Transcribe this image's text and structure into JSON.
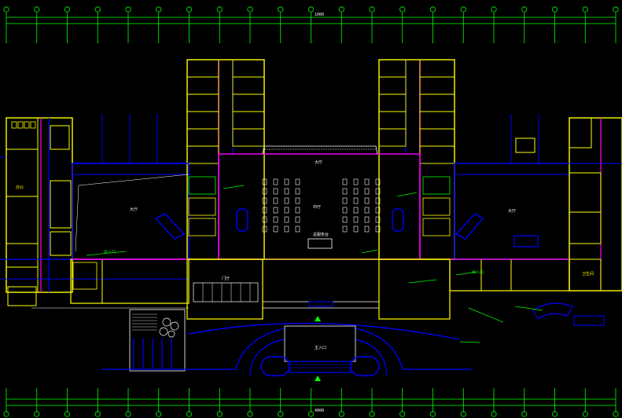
{
  "drawing": {
    "background": "#000000",
    "colors": {
      "axis_line": "#00ff00",
      "wall_primary": "#ffff00",
      "wall_secondary": "#0000ff",
      "beam": "#ff00ff",
      "annotation": "#00ff00",
      "text": "#ffffff",
      "column": "#ffffff"
    },
    "grid_axis_count": 21,
    "labels": {
      "top_dimension": "1000",
      "bottom_dimension": "4000",
      "hall_center": "中厅",
      "hall_upper": "大厅",
      "wing_left": "大厅",
      "wing_right": "大厅",
      "entrance_canopy": "主入口",
      "lobby_counter": "总服务台",
      "left_tag": "出入口",
      "right_tag": "出入口",
      "room_label_a": "办公",
      "room_label_b": "卫生间",
      "room_label_c": "门厅"
    },
    "icons": {
      "axis_marker": "grid-axis-bubble-icon",
      "arrow_up": "north-arrow-icon",
      "stair": "stair-icon",
      "escalator": "escalator-icon",
      "elevator": "elevator-icon"
    }
  }
}
